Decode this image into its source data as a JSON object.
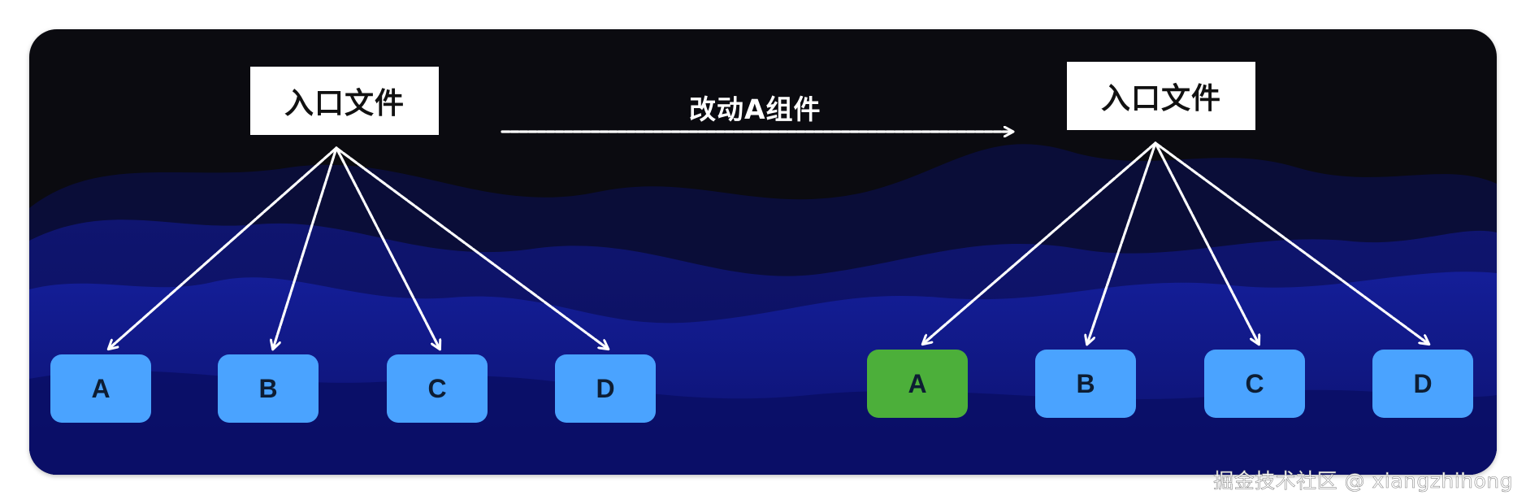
{
  "colors": {
    "background": "#0b0b10",
    "wave_dark": "#0c0f5c",
    "wave_light": "#141c9a",
    "node_default": "#4aa3ff",
    "node_changed": "#4caf3a",
    "arrow": "#ffffff"
  },
  "left_tree": {
    "entry_label": "入口文件",
    "nodes": [
      {
        "label": "A",
        "state": "default"
      },
      {
        "label": "B",
        "state": "default"
      },
      {
        "label": "C",
        "state": "default"
      },
      {
        "label": "D",
        "state": "default"
      }
    ]
  },
  "transition": {
    "label": "改动A组件"
  },
  "right_tree": {
    "entry_label": "入口文件",
    "nodes": [
      {
        "label": "A",
        "state": "changed"
      },
      {
        "label": "B",
        "state": "default"
      },
      {
        "label": "C",
        "state": "default"
      },
      {
        "label": "D",
        "state": "default"
      }
    ]
  },
  "watermark": "掘金技术社区 @ xiangzhihong"
}
